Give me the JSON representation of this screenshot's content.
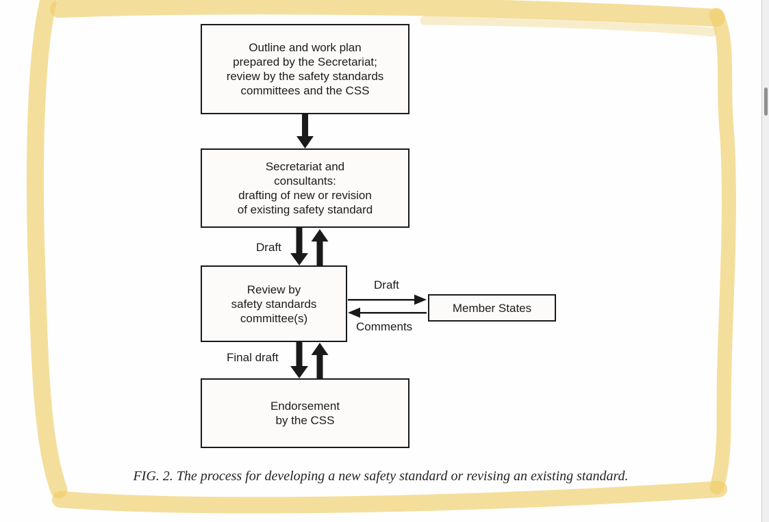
{
  "window": {
    "scrollbar": {
      "track_color": "#efeef0",
      "thumb_color": "#8f8f8f"
    }
  },
  "page": {
    "background": "#fefefe",
    "highlight_color": "#efce6c"
  },
  "figure": {
    "boxes": [
      {
        "name": "outline",
        "text": "Outline and work plan\nprepared by the Secretariat;\nreview by the safety standards\ncommittees and the CSS"
      },
      {
        "name": "drafting",
        "text": "Secretariat and\nconsultants:\ndrafting of new or revision\nof existing safety standard"
      },
      {
        "name": "review",
        "text": "Review by\nsafety standards\ncommittee(s)"
      },
      {
        "name": "member-states",
        "text": "Member States"
      },
      {
        "name": "endorsement",
        "text": "Endorsement\nby the CSS"
      }
    ],
    "arrow_labels": {
      "draft_to_committee": "Draft",
      "draft_to_member_states": "Draft",
      "comments": "Comments",
      "final_draft": "Final draft"
    },
    "caption": "FIG. 2. The process for developing a new safety standard or revising an existing standard."
  }
}
